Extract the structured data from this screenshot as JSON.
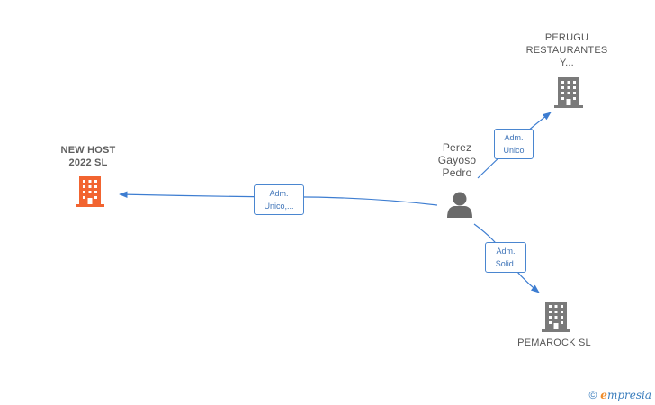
{
  "nodes": {
    "new_host": {
      "line1": "NEW HOST",
      "line2": "2022  SL",
      "color": "#f26430"
    },
    "perugu": {
      "line1": "PERUGU",
      "line2": "RESTAURANTES",
      "line3": "Y..."
    },
    "person": {
      "line1": "Perez",
      "line2": "Gayoso",
      "line3": "Pedro"
    },
    "pemarock": {
      "line1": "PEMAROCK  SL"
    }
  },
  "edges": {
    "to_new_host": {
      "line1": "Adm.",
      "line2": "Unico,..."
    },
    "to_perugu": {
      "line1": "Adm.",
      "line2": "Unico"
    },
    "to_pemarock": {
      "line1": "Adm.",
      "line2": "Solid."
    }
  },
  "colors": {
    "company": "#7a7a7a",
    "edge": "#3d7dd1",
    "person": "#6a6a6a"
  },
  "brand": {
    "copyright": "©",
    "first_letter": "e",
    "rest": "mpresia"
  }
}
